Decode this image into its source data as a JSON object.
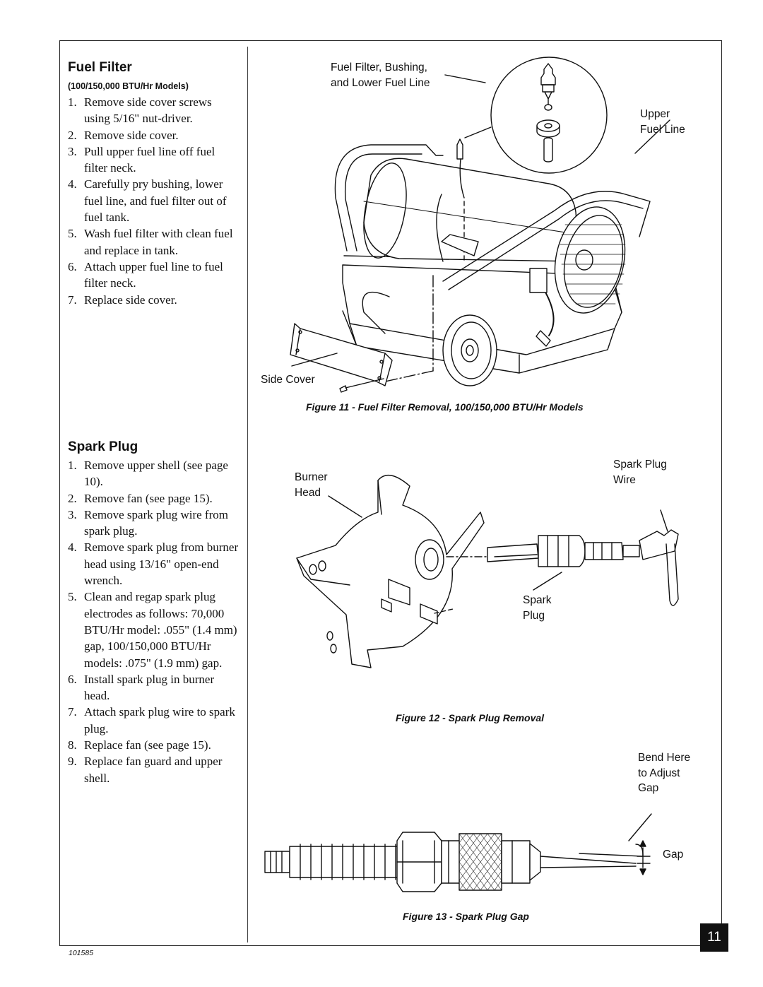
{
  "fuel_filter": {
    "title": "Fuel Filter",
    "subtitle": "(100/150,000 BTU/Hr Models)",
    "steps": [
      {
        "num": "1.",
        "text": "Remove side cover screws using 5/16\" nut-driver."
      },
      {
        "num": "2.",
        "text": "Remove side cover."
      },
      {
        "num": "3.",
        "text": "Pull upper fuel line off fuel filter neck."
      },
      {
        "num": "4.",
        "text": "Carefully pry bushing, lower fuel line, and fuel filter out of fuel tank."
      },
      {
        "num": "5.",
        "text": "Wash fuel filter with clean fuel and replace in tank."
      },
      {
        "num": "6.",
        "text": "Attach upper fuel line to fuel filter neck."
      },
      {
        "num": "7.",
        "text": "Replace side cover."
      }
    ]
  },
  "spark_plug": {
    "title": "Spark Plug",
    "steps": [
      {
        "num": "1.",
        "text": "Remove upper shell (see page 10)."
      },
      {
        "num": "2.",
        "text": "Remove fan (see page 15)."
      },
      {
        "num": "3.",
        "text": "Remove spark plug wire from spark plug."
      },
      {
        "num": "4.",
        "text": "Remove spark plug from burner head using 13/16\" open-end wrench."
      },
      {
        "num": "5.",
        "text": "Clean and regap spark plug electrodes as follows: 70,000 BTU/Hr model: .055\" (1.4 mm) gap, 100/150,000 BTU/Hr models: .075\" (1.9 mm) gap."
      },
      {
        "num": "6.",
        "text": "Install spark plug in burner head."
      },
      {
        "num": "7.",
        "text": "Attach spark plug wire to spark plug."
      },
      {
        "num": "8.",
        "text": "Replace fan (see page 15)."
      },
      {
        "num": "9.",
        "text": "Replace fan guard and upper shell."
      }
    ]
  },
  "figures": {
    "fig11": {
      "caption": "Figure 11 - Fuel Filter Removal, 100/150,000 BTU/Hr Models",
      "label_filter": "Fuel Filter, Bushing,\nand Lower Fuel Line",
      "label_upper_line": "Upper\nFuel Line",
      "label_side_cover": "Side Cover"
    },
    "fig12": {
      "caption": "Figure 12 - Spark Plug Removal",
      "label_burner_head": "Burner\nHead",
      "label_spark_plug_wire": "Spark Plug\nWire",
      "label_spark_plug": "Spark\nPlug"
    },
    "fig13": {
      "caption": "Figure 13 - Spark Plug Gap",
      "label_bend": "Bend Here\nto Adjust\nGap",
      "label_gap": "Gap"
    }
  },
  "footer": {
    "page_number": "11",
    "doc_number": "101585"
  }
}
